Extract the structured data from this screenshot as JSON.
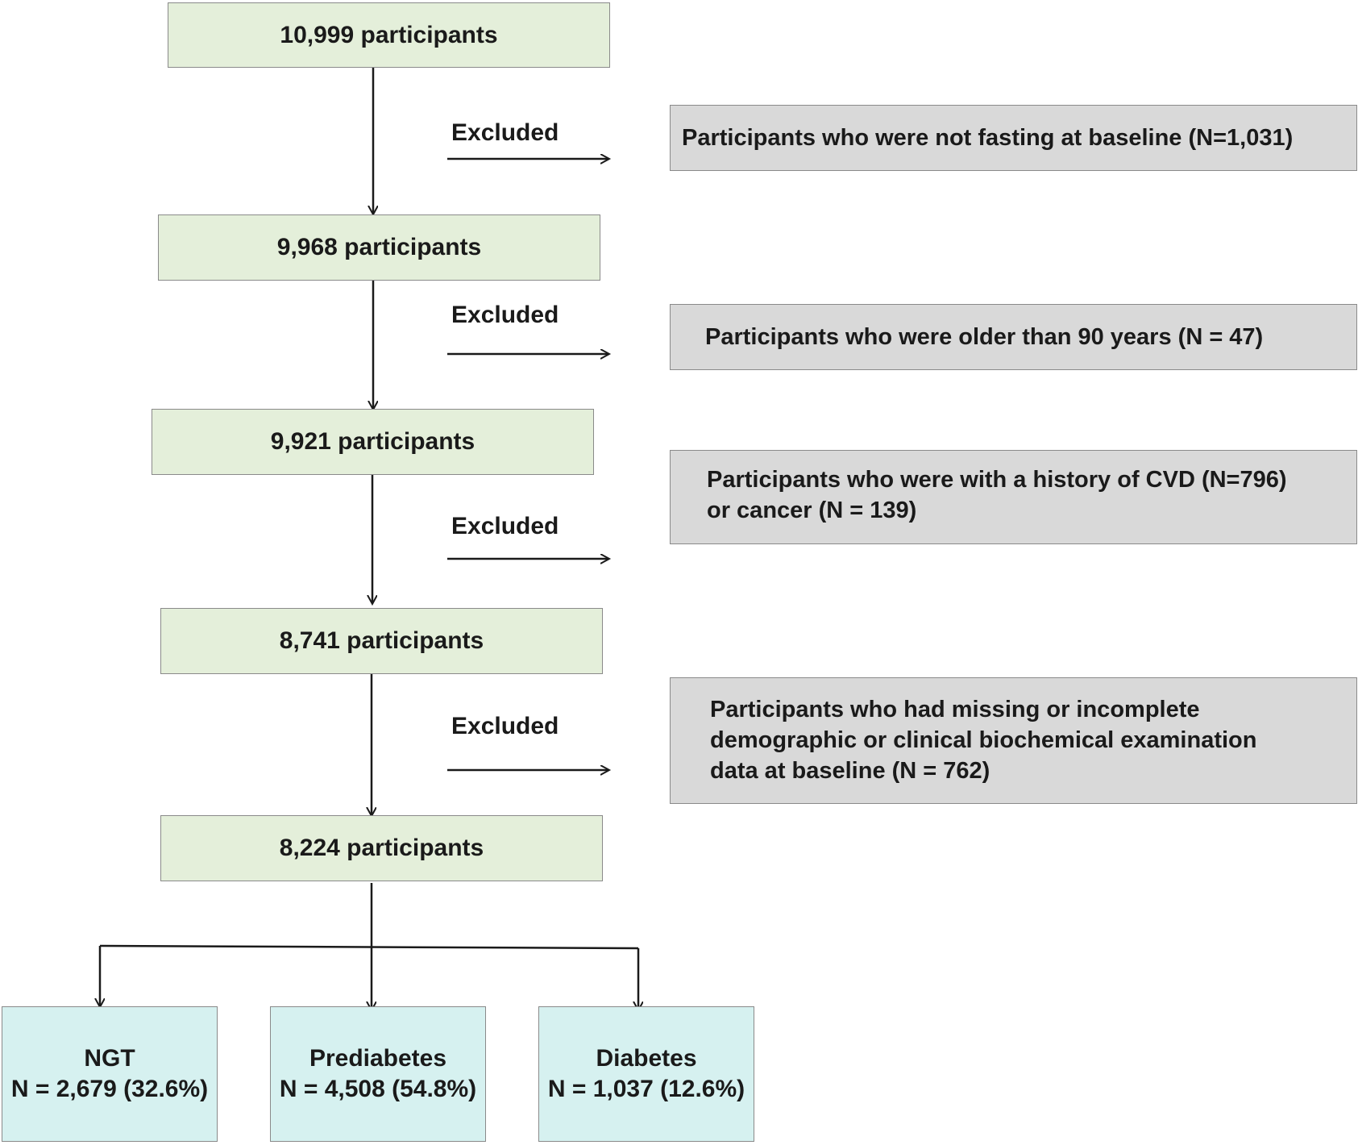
{
  "stages": [
    {
      "label": "10,999 participants"
    },
    {
      "label": "9,968 participants"
    },
    {
      "label": "9,921 participants"
    },
    {
      "label": "8,741 participants"
    },
    {
      "label": "8,224 participants"
    }
  ],
  "excluded_label": "Excluded",
  "exclusions": [
    {
      "lines": [
        "Participants who were not fasting at baseline (N=1,031)"
      ]
    },
    {
      "lines": [
        "Participants who were older than 90 years (N = 47)"
      ]
    },
    {
      "lines": [
        "Participants who were with a history of CVD (N=796)",
        "or cancer (N = 139)"
      ]
    },
    {
      "lines": [
        "Participants who had missing or incomplete",
        "demographic or clinical biochemical examination",
        "data at baseline (N = 762)"
      ]
    }
  ],
  "groups": [
    {
      "name": "NGT",
      "count": "N = 2,679 (32.6%)"
    },
    {
      "name": "Prediabetes",
      "count": "N = 4,508 (54.8%)"
    },
    {
      "name": "Diabetes",
      "count": "N = 1,037 (12.6%)"
    }
  ],
  "colors": {
    "stage_fill": "#e4efda",
    "exclusion_fill": "#d9d9d9",
    "group_fill": "#d6f1f0",
    "line": "#1a1a1a"
  }
}
